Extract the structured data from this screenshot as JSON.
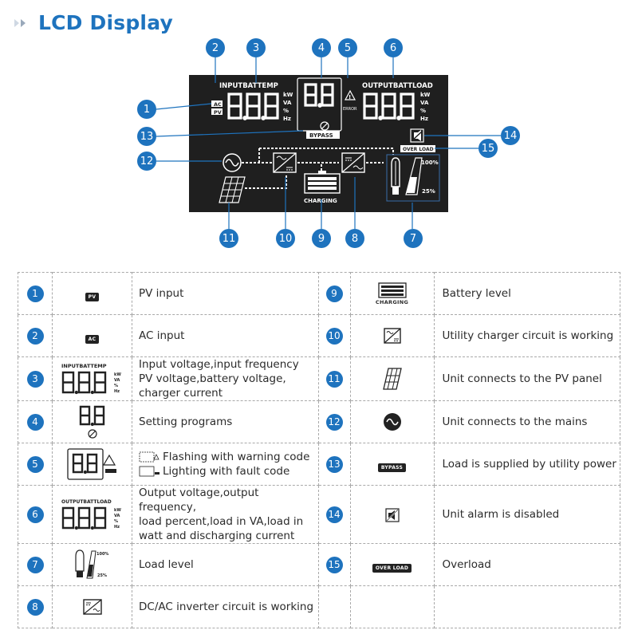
{
  "title": "LCD Display",
  "accent_color": "#1e73be",
  "lcd": {
    "input_label": "INPUTBATTEMP",
    "output_label": "OUTPUTBATTLOAD",
    "ac_tag": "AC",
    "pv_tag": "PV",
    "input_units": [
      "kW",
      "VA",
      "%",
      "Hz"
    ],
    "output_units": [
      "kW",
      "VA",
      "%",
      "Hz"
    ],
    "error_tag": "ERROR",
    "bypass_tag": "BYPASS",
    "overload_tag": "OVER LOAD",
    "charging_tag": "CHARGING",
    "load_high": "100%",
    "load_low": "25%",
    "digits3": "8.8.8",
    "digits2": "8.8"
  },
  "callouts": [
    "1",
    "2",
    "3",
    "4",
    "5",
    "6",
    "7",
    "8",
    "9",
    "10",
    "11",
    "12",
    "13",
    "14",
    "15"
  ],
  "legend": {
    "rows": [
      {
        "left": {
          "num": "1",
          "icon": "pv-tag-icon",
          "tag": "PV",
          "text": "PV input"
        },
        "right": {
          "num": "9",
          "icon": "battery-level-icon",
          "tag": "CHARGING",
          "text": "Battery level"
        }
      },
      {
        "left": {
          "num": "2",
          "icon": "ac-tag-icon",
          "tag": "AC",
          "text": "AC input"
        },
        "right": {
          "num": "10",
          "icon": "charger-circuit-icon",
          "text": "Utility charger circuit is working"
        }
      },
      {
        "left": {
          "num": "3",
          "icon": "input-display-icon",
          "tag": "INPUTBATTEMP",
          "lines": [
            "Input voltage,input frequency",
            "PV voltage,battery voltage,",
            "charger current"
          ]
        },
        "right": {
          "num": "11",
          "icon": "solar-panel-icon",
          "text": "Unit connects to the PV panel"
        }
      },
      {
        "left": {
          "num": "4",
          "icon": "setting-digits-icon",
          "text": "Setting programs"
        },
        "right": {
          "num": "12",
          "icon": "mains-sine-icon",
          "text": "Unit connects to the mains"
        }
      },
      {
        "left": {
          "num": "5",
          "icon": "warning-digits-icon",
          "lines": [
            "Flashing with warning code",
            "Lighting with fault code"
          ]
        },
        "right": {
          "num": "13",
          "icon": "bypass-tag-icon",
          "tag": "BYPASS",
          "text": "Load is supplied by utility power"
        }
      },
      {
        "left": {
          "num": "6",
          "icon": "output-display-icon",
          "tag": "OUTPUTBATTLOAD",
          "lines": [
            "Output voltage,output frequency,",
            "load percent,load in VA,load in",
            "watt and discharging current"
          ]
        },
        "right": {
          "num": "14",
          "icon": "alarm-disabled-icon",
          "text": "Unit alarm is disabled"
        }
      },
      {
        "left": {
          "num": "7",
          "icon": "load-level-icon",
          "text": "Load level",
          "hi": "100%",
          "lo": "25%"
        },
        "right": {
          "num": "15",
          "icon": "overload-tag-icon",
          "tag": "OVER LOAD",
          "text": "Overload"
        }
      },
      {
        "left": {
          "num": "8",
          "icon": "inverter-circuit-icon",
          "text": "DC/AC inverter circuit is working"
        },
        "right": {}
      }
    ]
  }
}
